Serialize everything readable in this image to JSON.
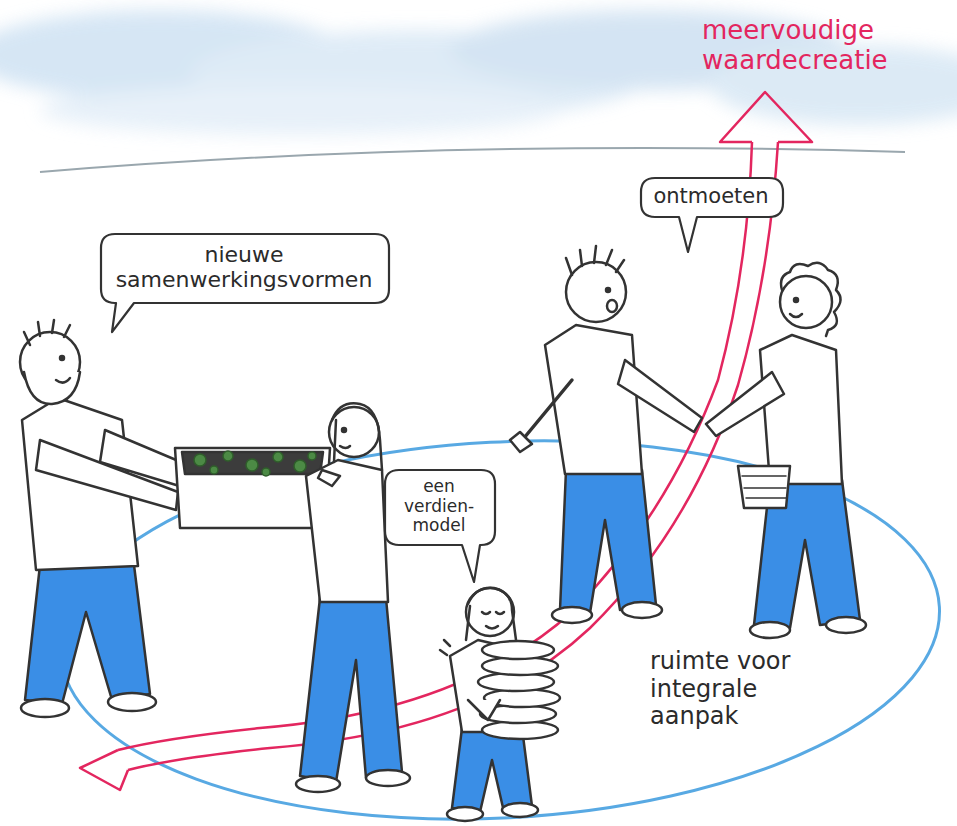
{
  "diagram": {
    "nodes": [
      {
        "text": [
          "ontmoeten"
        ]
      },
      {
        "text": [
          "nieuwe samenwerkingsvormen"
        ]
      },
      {
        "text": [
          "een verdien- model"
        ]
      }
    ],
    "labels": [
      "meervoudige waardecreatie",
      "ruimte voor integrale aanpak"
    ]
  }
}
